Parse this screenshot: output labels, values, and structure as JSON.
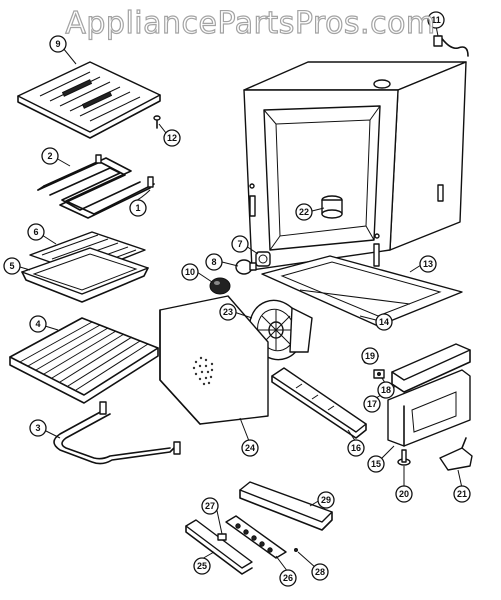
{
  "watermark": {
    "text": "AppliancePartsPros.com"
  },
  "callouts": [
    {
      "id": "1",
      "label": "1"
    },
    {
      "id": "2",
      "label": "2"
    },
    {
      "id": "3",
      "label": "3"
    },
    {
      "id": "4",
      "label": "4"
    },
    {
      "id": "5",
      "label": "5"
    },
    {
      "id": "6",
      "label": "6"
    },
    {
      "id": "7",
      "label": "7"
    },
    {
      "id": "8",
      "label": "8"
    },
    {
      "id": "9",
      "label": "9"
    },
    {
      "id": "10",
      "label": "10"
    },
    {
      "id": "11",
      "label": "11"
    },
    {
      "id": "12",
      "label": "12"
    },
    {
      "id": "13",
      "label": "13"
    },
    {
      "id": "14",
      "label": "14"
    },
    {
      "id": "15",
      "label": "15"
    },
    {
      "id": "16",
      "label": "16"
    },
    {
      "id": "17",
      "label": "17"
    },
    {
      "id": "18",
      "label": "18"
    },
    {
      "id": "19",
      "label": "19"
    },
    {
      "id": "20",
      "label": "20"
    },
    {
      "id": "21",
      "label": "21"
    },
    {
      "id": "22",
      "label": "22"
    },
    {
      "id": "23",
      "label": "23"
    },
    {
      "id": "24",
      "label": "24"
    },
    {
      "id": "25",
      "label": "25"
    },
    {
      "id": "26",
      "label": "26"
    },
    {
      "id": "27",
      "label": "27"
    },
    {
      "id": "28",
      "label": "28"
    },
    {
      "id": "29",
      "label": "29"
    }
  ]
}
